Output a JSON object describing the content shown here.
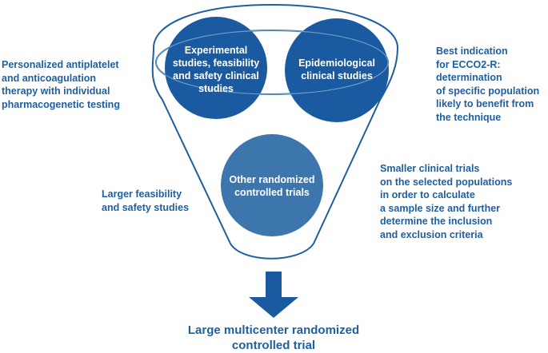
{
  "colors": {
    "funnel_stroke": "#1f5fa0",
    "circle_dark": "#1a5aa0",
    "circle_mid": "#3d76ad",
    "text": "#1f5fa0",
    "circle_text": "#ffffff"
  },
  "circles": {
    "experimental": "Experimental\nstudies, feasibility\nand safety clinical\nstudies",
    "epidemiological": "Epidemiological\nclinical studies",
    "randomized": "Other randomized\ncontrolled trials"
  },
  "left_notes": {
    "personalized": "Personalized antiplatelet\nand anticoagulation\ntherapy with individual\npharmacogenetic testing",
    "larger_feasibility": "Larger feasibility\nand safety studies"
  },
  "right_notes": {
    "best_indication": "Best indication\nfor ECCO2-R:\ndetermination\nof specific population\nlikely to benefit from\nthe technique",
    "smaller_trials": "Smaller clinical trials\non the selected populations\nin order to calculate\na sample size and further\ndetermine the inclusion\nand exclusion criteria"
  },
  "bottom": {
    "label": "Large multicenter randomized\ncontrolled trial"
  },
  "icons": {
    "arrow": "down-arrow-icon"
  }
}
